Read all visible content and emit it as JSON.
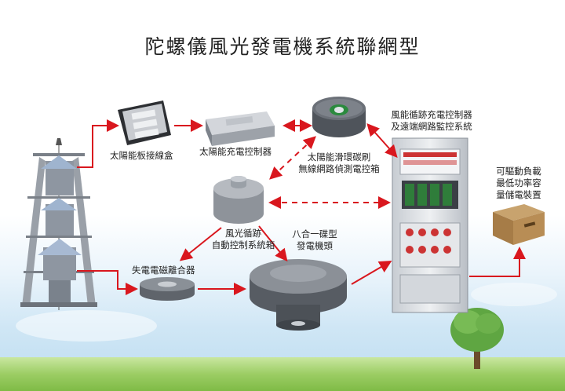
{
  "title": "陀螺儀風光發電機系統聯網型",
  "labels": {
    "junction_box": "太陽能板接線盒",
    "solar_controller": "太陽能充電控制器",
    "slip_ring_line1": "太陽能滑環碳刷",
    "slip_ring_line2": "無線網路偵測電控箱",
    "wind_solar_line1": "風能循跡充電控制器",
    "wind_solar_line2": "及遠端網路監控系統",
    "auto_control_line1": "風光循跡",
    "auto_control_line2": "自動控制系統箱",
    "brake": "失電電磁離合器",
    "generator_line1": "八合一碟型",
    "generator_line2": "發電機頭",
    "load_line1": "可驅動負載",
    "load_line2": "最低功率容",
    "load_line3": "量儲電裝置"
  },
  "colors": {
    "arrow": "#d9171e",
    "equipment_gray": "#8c9097",
    "cabinet": "#d9dde2"
  }
}
